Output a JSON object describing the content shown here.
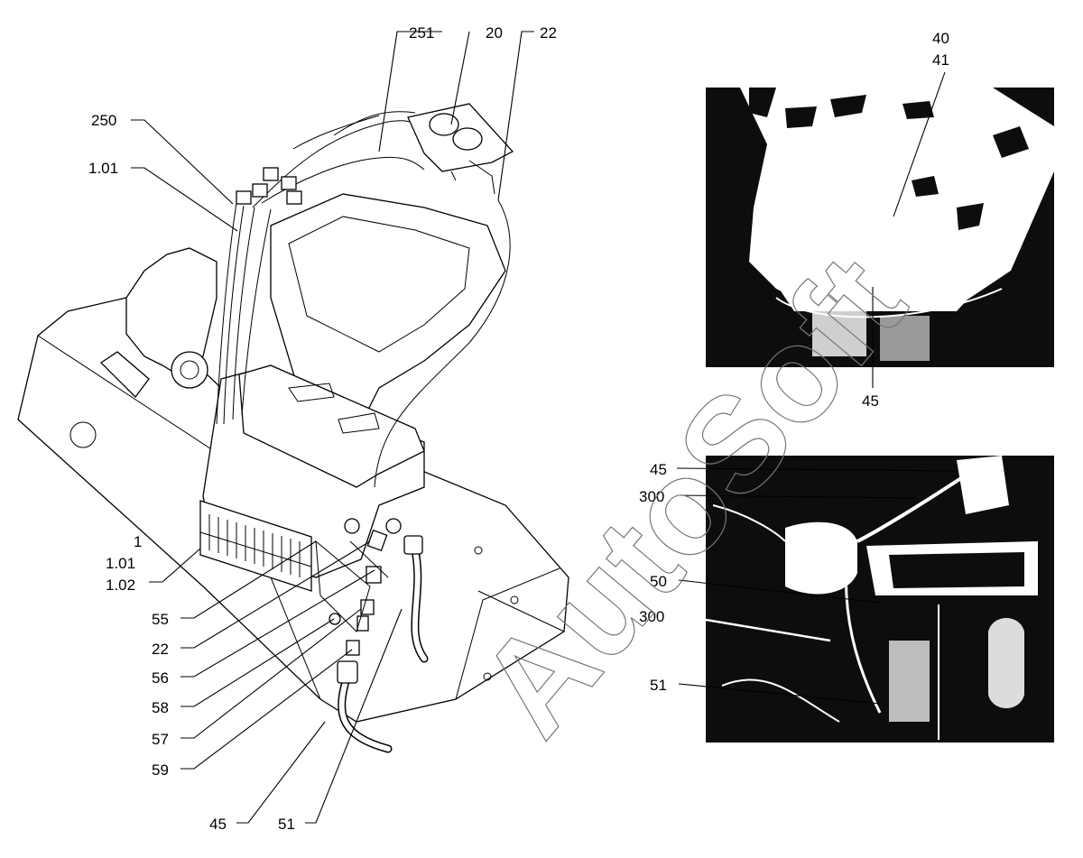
{
  "watermark": "AutoSoft",
  "callouts": {
    "c251": "251",
    "c20": "20",
    "c22_top": "22",
    "c250": "250",
    "c101_top": "1.01",
    "c1": "1",
    "c101": "1.01",
    "c102": "1.02",
    "c55": "55",
    "c22": "22",
    "c56": "56",
    "c58": "58",
    "c57": "57",
    "c59": "59",
    "c45_bottom": "45",
    "c51_bottom": "51",
    "p1_40": "40",
    "p1_41": "41",
    "p1_45": "45",
    "p2_45": "45",
    "p2_300a": "300",
    "p2_50": "50",
    "p2_300b": "300",
    "p2_51": "51"
  }
}
